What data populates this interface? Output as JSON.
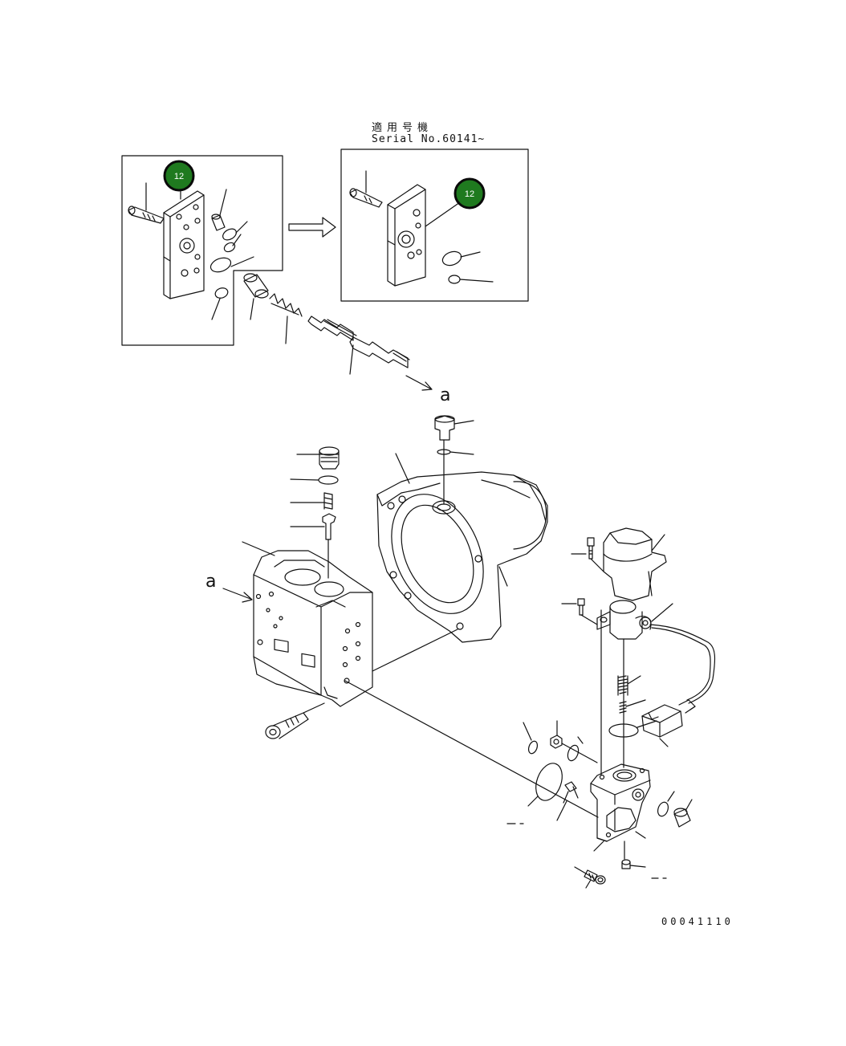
{
  "header": {
    "serial_label_ja": "適用号機",
    "serial_label_en": "Serial No.60141~"
  },
  "footer": {
    "drawing_number": "00041110"
  },
  "references": {
    "a_top": "a",
    "a_left": "a"
  },
  "callouts": [
    {
      "id": "callout-12-left",
      "label": "12",
      "color": "#1f7a1f"
    },
    {
      "id": "callout-12-right",
      "label": "12",
      "color": "#1f7a1f"
    }
  ],
  "colors": {
    "line": "#111111",
    "callout_fill": "#1f7a1f",
    "callout_ring": "#0a0a0a",
    "background": "#ffffff"
  }
}
